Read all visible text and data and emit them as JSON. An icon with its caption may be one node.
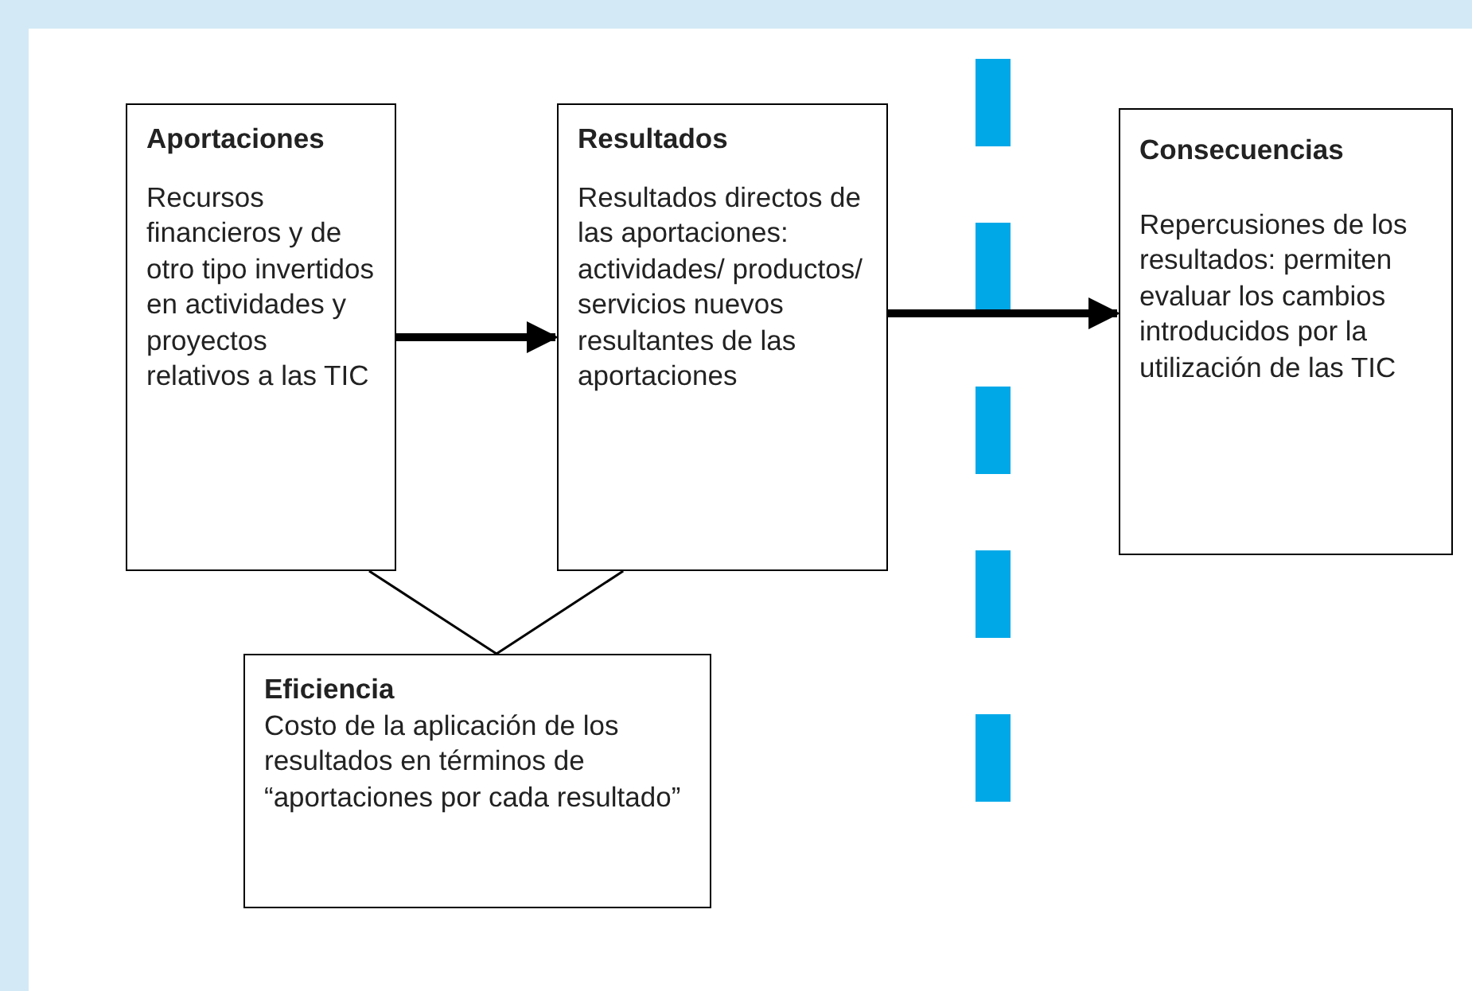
{
  "diagram": {
    "nodes": [
      {
        "text": [
          "Aportaciones",
          "Recursos financieros y de otro tipo invertidos en actividades y proyectos relativos a las TIC"
        ]
      },
      {
        "text": [
          "Resultados",
          "Resultados directos de las aportaciones: actividades/ productos/ servicios nuevos resultantes de las aportaciones"
        ]
      },
      {
        "text": [
          "Consecuencias",
          "Repercusiones de los resultados: permiten evaluar los cambios introducidos por la utilización de las TIC"
        ]
      },
      {
        "text": [
          "Eficiencia",
          "Costo de la aplicación de los resultados en términos de “aportaciones por cada resultado”"
        ]
      }
    ],
    "edges": [
      {
        "from": 0,
        "to": 1,
        "arrow": "to",
        "style": "thick"
      },
      {
        "from": 1,
        "to": 2,
        "arrow": "to",
        "style": "thick"
      },
      {
        "from": 0,
        "to": 3,
        "arrow": "none"
      },
      {
        "from": 1,
        "to": 3,
        "arrow": "none"
      }
    ]
  }
}
